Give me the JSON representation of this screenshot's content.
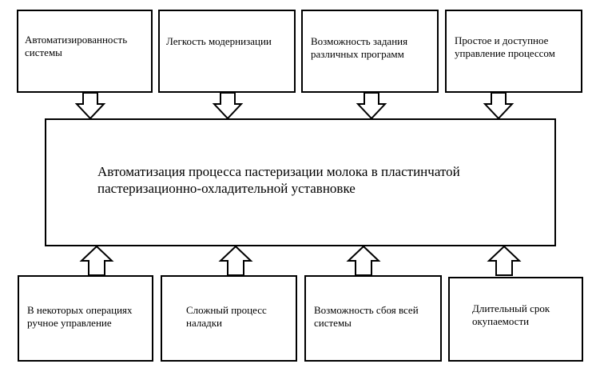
{
  "top_boxes": [
    {
      "text": "Автоматизированность системы"
    },
    {
      "text": "Легкость модернизации"
    },
    {
      "text": "Возможность задания различных программ"
    },
    {
      "text": "Простое и доступное управление процессом"
    }
  ],
  "center_box": {
    "line1": "Автоматизация процесса пастеризации молока в пластинчатой",
    "line2": "пастеризационно-охладительной уставновке"
  },
  "bottom_boxes": [
    {
      "text": "В некоторых операциях ручное управление"
    },
    {
      "text": "Сложный процесс наладки"
    },
    {
      "text": "Возможность сбоя всей системы"
    },
    {
      "text": "Длительный срок окупаемости"
    }
  ],
  "colors": {
    "stroke": "#000000",
    "fill": "#ffffff"
  }
}
